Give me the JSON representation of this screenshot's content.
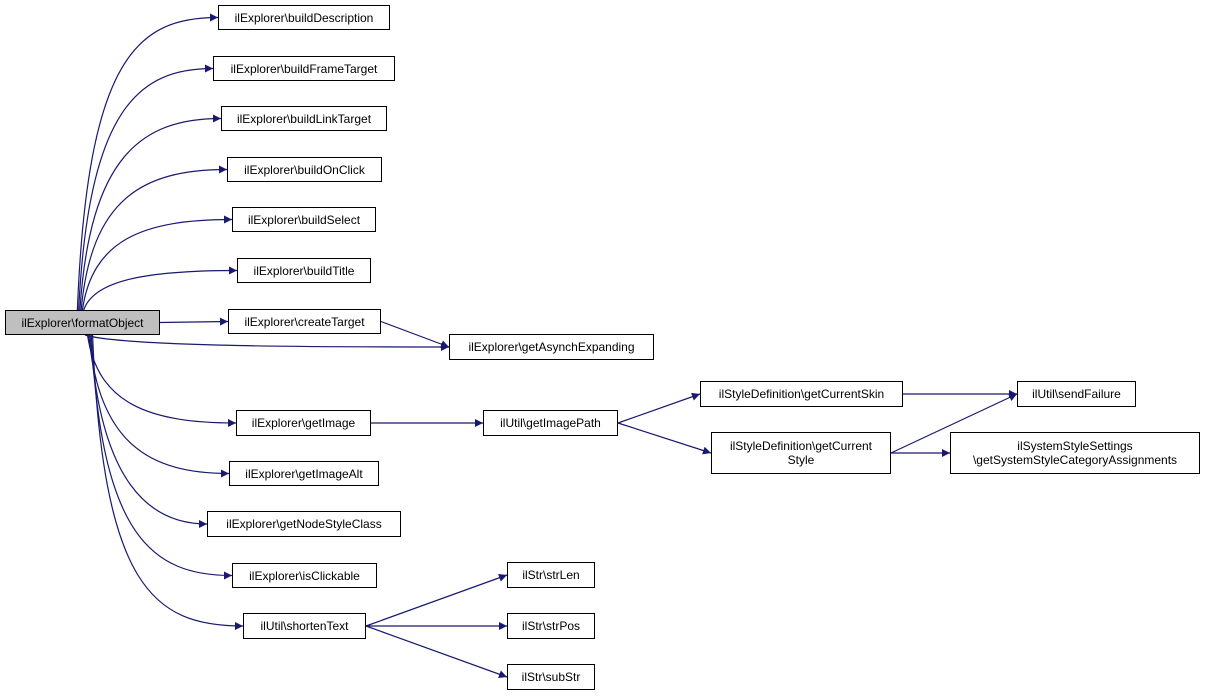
{
  "graph": {
    "nodes": [
      {
        "id": "root",
        "label": "ilExplorer\\formatObject",
        "root": true
      },
      {
        "id": "buildDescription",
        "label": "ilExplorer\\buildDescription"
      },
      {
        "id": "buildFrameTarget",
        "label": "ilExplorer\\buildFrameTarget"
      },
      {
        "id": "buildLinkTarget",
        "label": "ilExplorer\\buildLinkTarget"
      },
      {
        "id": "buildOnClick",
        "label": "ilExplorer\\buildOnClick"
      },
      {
        "id": "buildSelect",
        "label": "ilExplorer\\buildSelect"
      },
      {
        "id": "buildTitle",
        "label": "ilExplorer\\buildTitle"
      },
      {
        "id": "createTarget",
        "label": "ilExplorer\\createTarget"
      },
      {
        "id": "getAsynchExpanding",
        "label": "ilExplorer\\getAsynchExpanding"
      },
      {
        "id": "getImage",
        "label": "ilExplorer\\getImage"
      },
      {
        "id": "getImageAlt",
        "label": "ilExplorer\\getImageAlt"
      },
      {
        "id": "getNodeStyleClass",
        "label": "ilExplorer\\getNodeStyleClass"
      },
      {
        "id": "isClickable",
        "label": "ilExplorer\\isClickable"
      },
      {
        "id": "shortenText",
        "label": "ilUtil\\shortenText"
      },
      {
        "id": "getImagePath",
        "label": "ilUtil\\getImagePath"
      },
      {
        "id": "getCurrentSkin",
        "label": "ilStyleDefinition\\getCurrentSkin"
      },
      {
        "id": "getCurrentStyle",
        "label": "ilStyleDefinition\\getCurrent\nStyle"
      },
      {
        "id": "sendFailure",
        "label": "ilUtil\\sendFailure"
      },
      {
        "id": "getSystemStyleCategoryAssignments",
        "label": "ilSystemStyleSettings\n\\getSystemStyleCategoryAssignments"
      },
      {
        "id": "strLen",
        "label": "ilStr\\strLen"
      },
      {
        "id": "strPos",
        "label": "ilStr\\strPos"
      },
      {
        "id": "subStr",
        "label": "ilStr\\subStr"
      }
    ],
    "edges": [
      [
        "root",
        "buildDescription"
      ],
      [
        "root",
        "buildFrameTarget"
      ],
      [
        "root",
        "buildLinkTarget"
      ],
      [
        "root",
        "buildOnClick"
      ],
      [
        "root",
        "buildSelect"
      ],
      [
        "root",
        "buildTitle"
      ],
      [
        "root",
        "createTarget"
      ],
      [
        "root",
        "getAsynchExpanding"
      ],
      [
        "root",
        "getImage"
      ],
      [
        "root",
        "getImageAlt"
      ],
      [
        "root",
        "getNodeStyleClass"
      ],
      [
        "root",
        "isClickable"
      ],
      [
        "root",
        "shortenText"
      ],
      [
        "createTarget",
        "getAsynchExpanding"
      ],
      [
        "getImage",
        "getImagePath"
      ],
      [
        "getImagePath",
        "getCurrentSkin"
      ],
      [
        "getImagePath",
        "getCurrentStyle"
      ],
      [
        "getCurrentSkin",
        "sendFailure"
      ],
      [
        "getCurrentStyle",
        "sendFailure"
      ],
      [
        "getCurrentStyle",
        "getSystemStyleCategoryAssignments"
      ],
      [
        "shortenText",
        "strLen"
      ],
      [
        "shortenText",
        "strPos"
      ],
      [
        "shortenText",
        "subStr"
      ]
    ],
    "colors": {
      "edge": "#191970",
      "root_fill": "#bfbfbf",
      "node_fill": "#ffffff",
      "border": "#000000"
    }
  }
}
